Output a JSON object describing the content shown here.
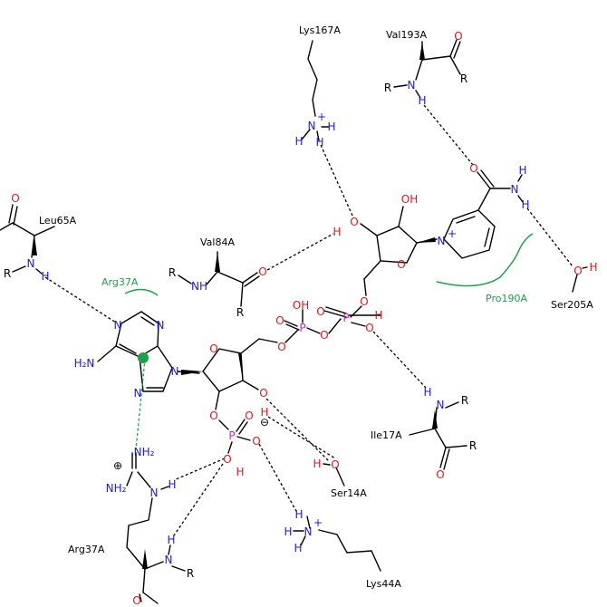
{
  "colors": {
    "carbon": "#000000",
    "oxygen": "#e8141e",
    "nitrogen": "#1a1ae6",
    "phosphorus": "#cc2bb8",
    "hydrophobic": "#1aa34a"
  },
  "residues": {
    "lys167": "Lys167A",
    "val193": "Val193A",
    "leu65": "Leu65A",
    "val84": "Val84A",
    "arg37_contact": "Arg37A",
    "pro190": "Pro190A",
    "ser205": "Ser205A",
    "ile17": "Ile17A",
    "ser14": "Ser14A",
    "arg37": "Arg37A",
    "lys44": "Lys44A"
  },
  "symbols": {
    "O": "O",
    "N": "N",
    "H": "H",
    "R": "R",
    "P": "P",
    "OH": "OH",
    "NH": "NH",
    "NH2": "NH₂",
    "H2N": "H₂N",
    "plus": "+",
    "minus_circle": "⊖",
    "plus_circle": "⊕"
  }
}
